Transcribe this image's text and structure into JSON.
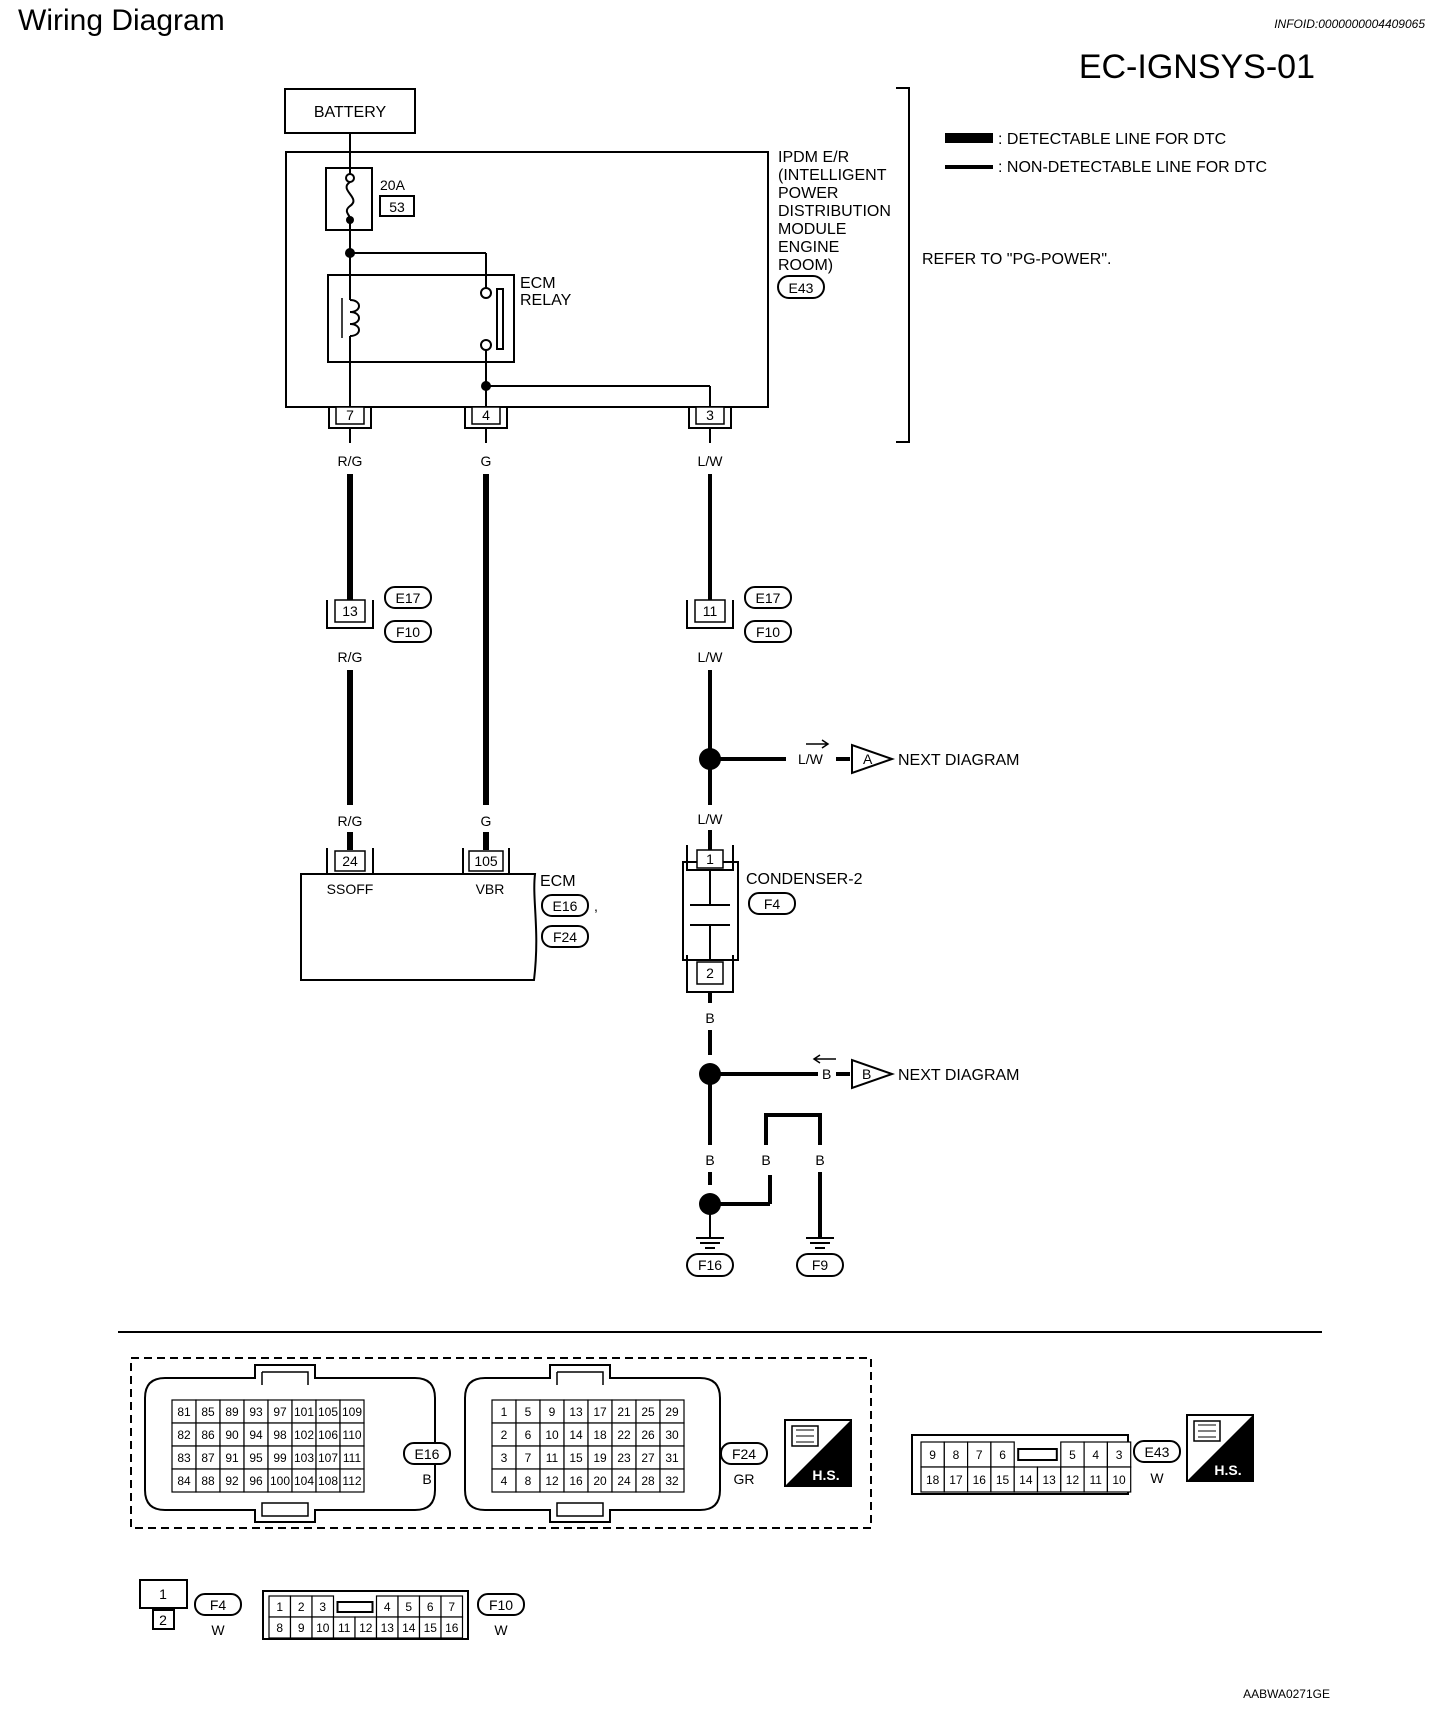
{
  "header": {
    "title": "Wiring Diagram",
    "info_id": "INFOID:0000000004409065",
    "diagram_code": "EC-IGNSYS-01"
  },
  "legend": {
    "detectable": ": DETECTABLE LINE FOR DTC",
    "non_detectable": ": NON-DETECTABLE LINE FOR DTC"
  },
  "refer": "REFER TO \"PG-POWER\".",
  "battery": "BATTERY",
  "fuse": {
    "rating": "20A",
    "number": "53"
  },
  "relay": {
    "line1": "ECM",
    "line2": "RELAY"
  },
  "ipdm": {
    "lines": [
      "IPDM E/R",
      "(INTELLIGENT",
      "POWER",
      "DISTRIBUTION",
      "MODULE",
      "ENGINE",
      "ROOM)"
    ],
    "connector": "E43"
  },
  "ipdm_pins": [
    "7",
    "4",
    "3"
  ],
  "wires": {
    "rg": "R/G",
    "g": "G",
    "lw": "L/W",
    "b": "B"
  },
  "joint": {
    "pin_rg": "13",
    "pin_lw": "11",
    "conn1": "E17",
    "conn2": "F10"
  },
  "next_a": {
    "marker": "A",
    "text": "NEXT DIAGRAM"
  },
  "next_b": {
    "marker": "B",
    "text": "NEXT DIAGRAM"
  },
  "ecm": {
    "label": "ECM",
    "pin_ssoff": "24",
    "name_ssoff": "SSOFF",
    "pin_vbr": "105",
    "name_vbr": "VBR",
    "conn1": "E16",
    "conn2": "F24",
    "sep": ","
  },
  "condenser": {
    "label": "CONDENSER-2",
    "connector": "F4",
    "pin1": "1",
    "pin2": "2"
  },
  "grounds": [
    "F16",
    "F9"
  ],
  "connectors": {
    "e16": {
      "id": "E16",
      "color": "B",
      "rows": [
        [
          "81",
          "85",
          "89",
          "93",
          "97",
          "101",
          "105",
          "109"
        ],
        [
          "82",
          "86",
          "90",
          "94",
          "98",
          "102",
          "106",
          "110"
        ],
        [
          "83",
          "87",
          "91",
          "95",
          "99",
          "103",
          "107",
          "111"
        ],
        [
          "84",
          "88",
          "92",
          "96",
          "100",
          "104",
          "108",
          "112"
        ]
      ]
    },
    "f24": {
      "id": "F24",
      "color": "GR",
      "rows": [
        [
          "1",
          "5",
          "9",
          "13",
          "17",
          "21",
          "25",
          "29"
        ],
        [
          "2",
          "6",
          "10",
          "14",
          "18",
          "22",
          "26",
          "30"
        ],
        [
          "3",
          "7",
          "11",
          "15",
          "19",
          "23",
          "27",
          "31"
        ],
        [
          "4",
          "8",
          "12",
          "16",
          "20",
          "24",
          "28",
          "32"
        ]
      ]
    },
    "e43": {
      "id": "E43",
      "color": "W",
      "top_left": [
        "9",
        "8",
        "7",
        "6"
      ],
      "top_right": [
        "5",
        "4",
        "3"
      ],
      "bottom": [
        "18",
        "17",
        "16",
        "15",
        "14",
        "13",
        "12",
        "11",
        "10"
      ]
    },
    "f4": {
      "id": "F4",
      "color": "W",
      "pins": [
        "1",
        "2"
      ]
    },
    "f10": {
      "id": "F10",
      "color": "W",
      "top_left": [
        "1",
        "2",
        "3"
      ],
      "top_right": [
        "4",
        "5",
        "6",
        "7"
      ],
      "bottom": [
        "8",
        "9",
        "10",
        "11",
        "12",
        "13",
        "14",
        "15",
        "16"
      ]
    },
    "hs_label": "H.S."
  },
  "ref_code": "AABWA0271GE"
}
